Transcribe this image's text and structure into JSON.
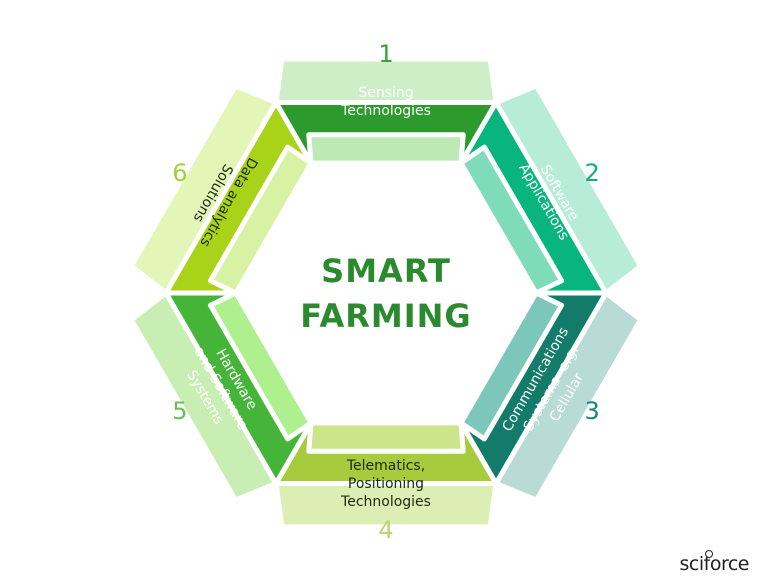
{
  "center": {
    "line1": "SMART",
    "line2": "FARMING"
  },
  "segments": [
    {
      "number": "1",
      "lines": [
        "Sensing",
        "Technologies"
      ],
      "colors": {
        "main": "#2d9a2e",
        "inner": "#bde9b5",
        "outer": "#cdeec7",
        "text": "#ffffff",
        "number": "#34a43a"
      }
    },
    {
      "number": "2",
      "lines": [
        "Software",
        "Applications"
      ],
      "colors": {
        "main": "#08b57d",
        "inner": "#7fdcbb",
        "outer": "#b7ecd8",
        "text": "#ffffff",
        "number": "#10b07c"
      }
    },
    {
      "number": "3",
      "lines": [
        "Communications",
        "Systems -e.g.",
        "Cellular"
      ],
      "colors": {
        "main": "#127b6a",
        "inner": "#7cc7b9",
        "outer": "#b8dcd5",
        "text": "#ffffff",
        "number": "#1a8676"
      }
    },
    {
      "number": "4",
      "lines": [
        "Telematics,",
        "Positioning",
        "Technologies"
      ],
      "colors": {
        "main": "#a6cb3c",
        "inner": "#cce58a",
        "outer": "#ddeeb4",
        "text": "#1c2a12",
        "number": "#b6d76f"
      }
    },
    {
      "number": "5",
      "lines": [
        "Hardware",
        "and Software",
        "Systems"
      ],
      "colors": {
        "main": "#45b53a",
        "inner": "#aef08e",
        "outer": "#c8eeb4",
        "text": "#ffffff",
        "number": "#63c44d"
      }
    },
    {
      "number": "6",
      "lines": [
        "Data analytics",
        "Solutions"
      ],
      "colors": {
        "main": "#a9d319",
        "inner": "#d7f2a2",
        "outer": "#e3f5b7",
        "text": "#1c2a12",
        "number": "#9ed13b"
      }
    }
  ],
  "brand": "sciforce"
}
